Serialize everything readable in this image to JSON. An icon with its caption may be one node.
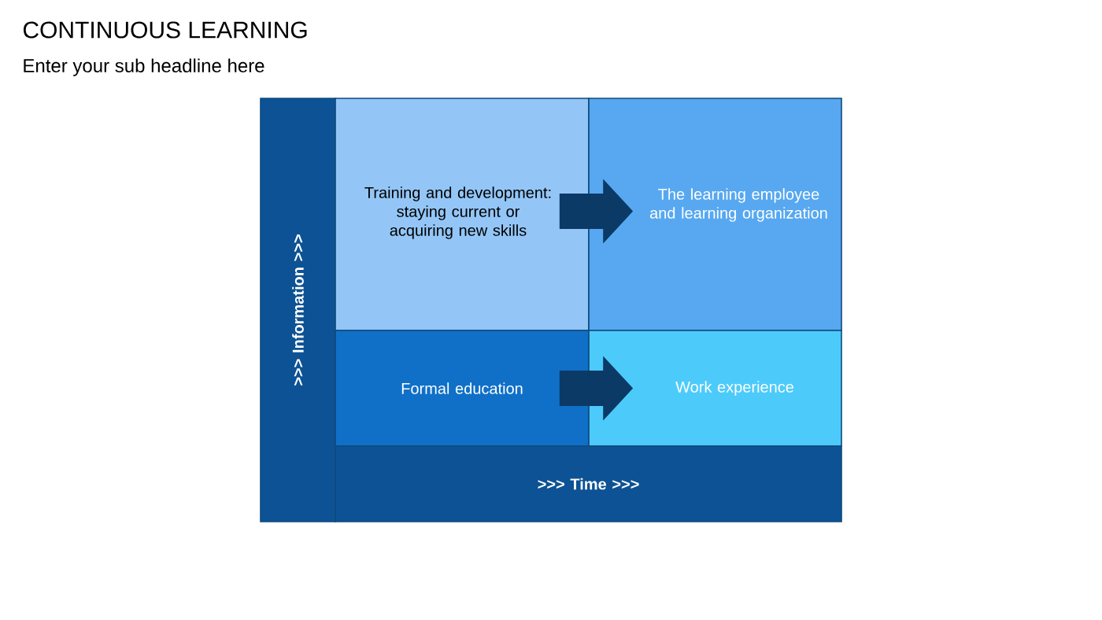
{
  "diagram": {
    "title": "CONTINUOUS LEARNING",
    "nodes": [
      {
        "text": [
          ">>> Information >>>"
        ]
      },
      {
        "text": [
          "Training and development: staying current or acquiring new skills"
        ]
      },
      {
        "text": [
          "The learning employee and learning organization"
        ]
      },
      {
        "text": [
          "Formal education"
        ]
      },
      {
        "text": [
          "Work experience"
        ]
      },
      {
        "text": [
          ">>> Time >>>"
        ]
      }
    ],
    "edges": [
      {
        "from": 1,
        "to": 2,
        "arrow": "to"
      },
      {
        "from": 3,
        "to": 4,
        "arrow": "to"
      }
    ],
    "labels": [
      "Enter your sub headline here"
    ]
  }
}
